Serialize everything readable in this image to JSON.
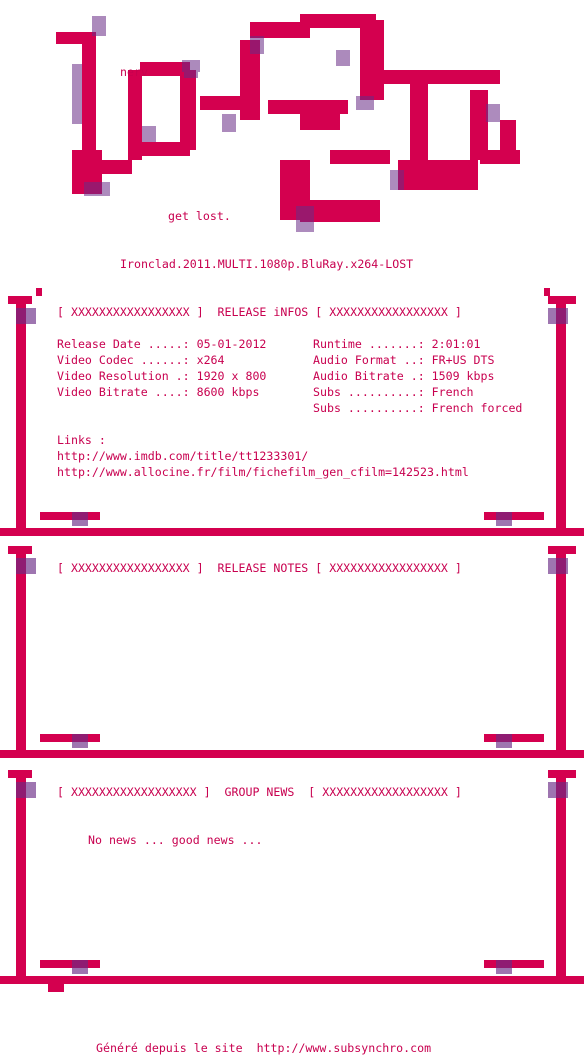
{
  "logo": {
    "tag_top": "nerv",
    "tag_bottom": "get lost."
  },
  "release_title": "Ironclad.2011.MULTI.1080p.BluRay.x264-LOST",
  "release_infos": {
    "header": "[ XXXXXXXXXXXXXXXXX ]  RELEASE iNFOS [ XXXXXXXXXXXXXXXXX ]",
    "left": [
      "Release Date .....: 05-01-2012",
      "Video Codec ......: x264",
      "Video Resolution .: 1920 x 800",
      "Video Bitrate ....: 8600 kbps"
    ],
    "right": [
      "Runtime .......: 2:01:01",
      "Audio Format ..: FR+US DTS",
      "Audio Bitrate .: 1509 kbps",
      "Subs ..........: French",
      "Subs ..........: French forced"
    ],
    "links_label": "Links :",
    "links": [
      "http://www.imdb.com/title/tt1233301/",
      "http://www.allocine.fr/film/fichefilm_gen_cfilm=142523.html"
    ]
  },
  "release_notes": {
    "header": "[ XXXXXXXXXXXXXXXXX ]  RELEASE NOTES [ XXXXXXXXXXXXXXXXX ]"
  },
  "group_news": {
    "header": "[ XXXXXXXXXXXXXXXXXX ]  GROUP NEWS  [ XXXXXXXXXXXXXXXXXX ]",
    "text": "No news ... good news ..."
  },
  "footer": {
    "label": "Généré depuis le site",
    "url": "http://www.subsynchro.com"
  },
  "colors": {
    "accent": "#d4004f",
    "dither": "#6a2b86",
    "background": "#ffffff"
  }
}
